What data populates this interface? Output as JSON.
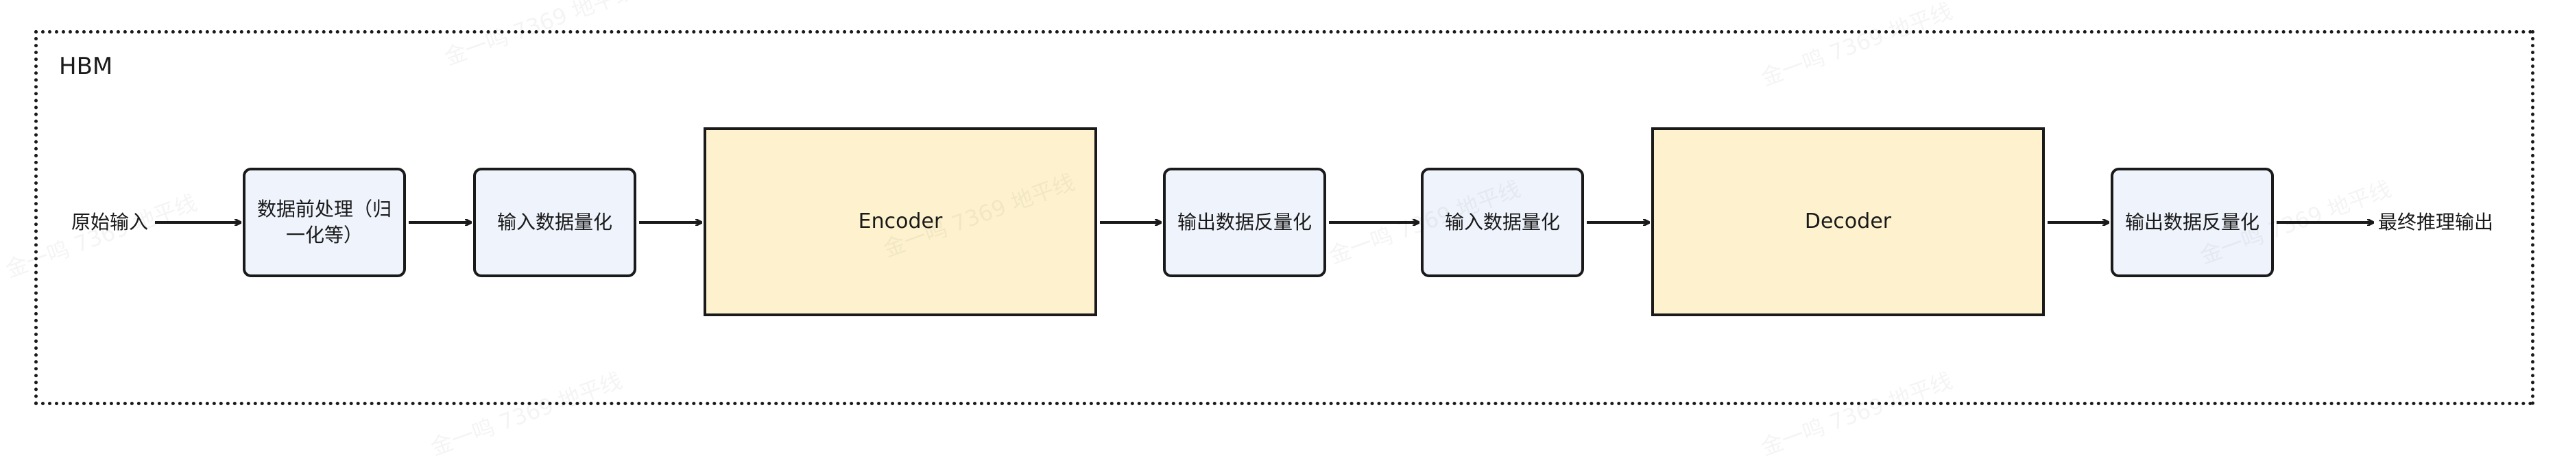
{
  "container": {
    "title": "HBM"
  },
  "input_label": "原始输入",
  "output_label": "最终推理输出",
  "nodes": {
    "preprocess": "数据前处理（归一化等）",
    "quantize_1": "输入数据量化",
    "encoder": "Encoder",
    "dequantize_1": "输出数据反量化",
    "quantize_2": "输入数据量化",
    "decoder": "Decoder",
    "dequantize_2": "输出数据反量化"
  },
  "watermark": "金一鸣 7369 地平线"
}
